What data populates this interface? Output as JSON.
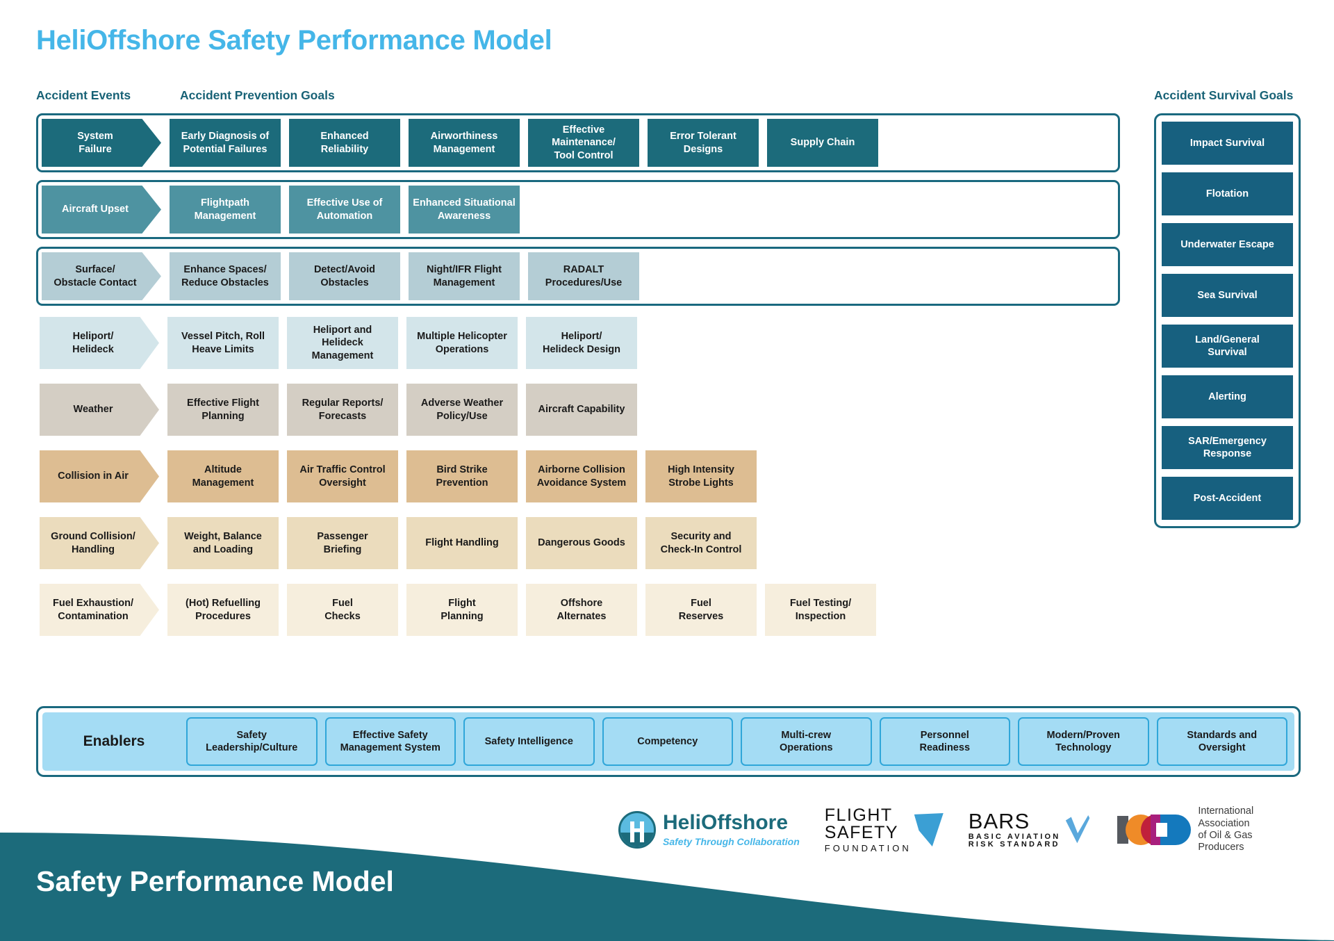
{
  "title": "HeliOffshore Safety Performance Model",
  "headers": {
    "events": "Accident Events",
    "prevention": "Accident Prevention Goals",
    "survival": "Accident Survival Goals"
  },
  "colors": {
    "title_blue": "#45b6e8",
    "header_teal": "#186276",
    "border_teal": "#1a697f",
    "tone_1": "#1c6b7b",
    "tone_2": "#4e93a1",
    "tone_3": "#b4cdd5",
    "tone_4": "#d3e5ea",
    "tone_5": "#d4cec4",
    "tone_6": "#ddbd92",
    "tone_7": "#ebdcbd",
    "tone_8": "#f6eedd",
    "survival_blue": "#17607f",
    "enabler_blue": "#a4dcf4",
    "enabler_border": "#2fa6d9",
    "footer_teal": "#1c6b7b"
  },
  "rows": [
    {
      "event": "System\nFailure",
      "tone": 1,
      "boxed": true,
      "goals": [
        "Early Diagnosis of\nPotential Failures",
        "Enhanced\nReliability",
        "Airworthiness\nManagement",
        "Effective\nMaintenance/\nTool Control",
        "Error Tolerant\nDesigns",
        "Supply Chain"
      ]
    },
    {
      "event": "Aircraft Upset",
      "tone": 2,
      "boxed": true,
      "goals": [
        "Flightpath\nManagement",
        "Effective Use of\nAutomation",
        "Enhanced Situational\nAwareness"
      ]
    },
    {
      "event": "Surface/\nObstacle Contact",
      "tone": 3,
      "boxed": true,
      "goals": [
        "Enhance Spaces/\nReduce Obstacles",
        "Detect/Avoid\nObstacles",
        "Night/IFR Flight\nManagement",
        "RADALT\nProcedures/Use"
      ]
    },
    {
      "event": "Heliport/\nHelideck",
      "tone": 4,
      "boxed": false,
      "goals": [
        "Vessel Pitch, Roll\nHeave Limits",
        "Heliport and Helideck\nManagement",
        "Multiple Helicopter\nOperations",
        "Heliport/\nHelideck Design"
      ]
    },
    {
      "event": "Weather",
      "tone": 5,
      "boxed": false,
      "goals": [
        "Effective Flight\nPlanning",
        "Regular Reports/\nForecasts",
        "Adverse Weather\nPolicy/Use",
        "Aircraft Capability"
      ]
    },
    {
      "event": "Collision in Air",
      "tone": 6,
      "boxed": false,
      "goals": [
        "Altitude\nManagement",
        "Air Traffic Control\nOversight",
        "Bird Strike\nPrevention",
        "Airborne Collision\nAvoidance System",
        "High Intensity\nStrobe Lights"
      ]
    },
    {
      "event": "Ground Collision/\nHandling",
      "tone": 7,
      "boxed": false,
      "goals": [
        "Weight, Balance\nand Loading",
        "Passenger\nBriefing",
        "Flight Handling",
        "Dangerous Goods",
        "Security and\nCheck-In Control"
      ]
    },
    {
      "event": "Fuel Exhaustion/\nContamination",
      "tone": 8,
      "boxed": false,
      "goals": [
        "(Hot) Refuelling\nProcedures",
        "Fuel\nChecks",
        "Flight\nPlanning",
        "Offshore\nAlternates",
        "Fuel\nReserves",
        "Fuel Testing/\nInspection"
      ]
    }
  ],
  "survival_goals": [
    "Impact Survival",
    "Flotation",
    "Underwater Escape",
    "Sea Survival",
    "Land/General\nSurvival",
    "Alerting",
    "SAR/Emergency\nResponse",
    "Post-Accident"
  ],
  "enablers": {
    "label": "Enablers",
    "items": [
      "Safety\nLeadership/Culture",
      "Effective Safety\nManagement System",
      "Safety Intelligence",
      "Competency",
      "Multi-crew\nOperations",
      "Personnel\nReadiness",
      "Modern/Proven\nTechnology",
      "Standards and\nOversight"
    ]
  },
  "logos": {
    "helioffshore": {
      "name": "HeliOffshore",
      "tagline": "Safety Through Collaboration"
    },
    "flight_safety": {
      "line1": "FLIGHT",
      "line2": "SAFETY",
      "line3": "FOUNDATION"
    },
    "bars": {
      "line1": "BARS",
      "line2": "BASIC AVIATION",
      "line3": "RISK STANDARD"
    },
    "iogp": {
      "text": "International\nAssociation\nof Oil & Gas\nProducers"
    }
  },
  "footer": {
    "title": "Safety Performance Model"
  }
}
